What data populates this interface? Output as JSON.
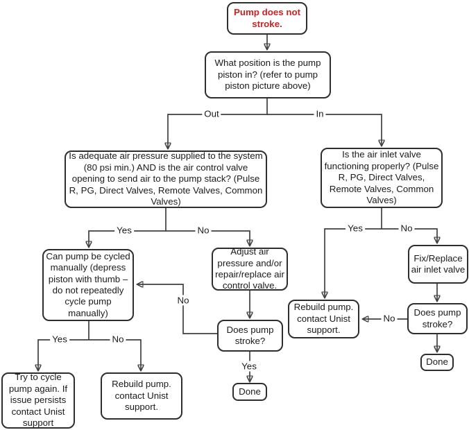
{
  "colors": {
    "start_text": "#cc2222",
    "box_border": "#2d2d2d",
    "connector_line": "#3f3f3f",
    "arrowhead": "#111111",
    "background": "#ffffff"
  },
  "nodes": {
    "start": {
      "text": "Pump does not stroke."
    },
    "piston_position": {
      "text": "What position is the pump piston in? (refer to pump piston picture above)"
    },
    "air_pressure": {
      "text": "Is adequate air pressure supplied to the system (80 psi min.) AND is the air control valve opening to send air to the pump stack? (Pulse R, PG, Direct Valves, Remote Valves, Common Valves)"
    },
    "inlet_valve": {
      "text": "Is the air inlet valve functioning properly? (Pulse R, PG, Direct Valves, Remote Valves, Common Valves)"
    },
    "cycle_manually": {
      "text": "Can pump be cycled manually (depress piston with thumb – do not repeatedly cycle pump manually)"
    },
    "adjust_air": {
      "text": "Adjust air pressure and/or repair/replace air control valve."
    },
    "stroke_left": {
      "text": "Does pump stroke?"
    },
    "done_left": {
      "text": "Done"
    },
    "try_again": {
      "text": "Try to cycle pump again. If issue persists contact Unist support"
    },
    "rebuild_left": {
      "text": "Rebuild pump. contact Unist support."
    },
    "fix_replace": {
      "text": "Fix/Replace air inlet valve"
    },
    "rebuild_right": {
      "text": "Rebuild pump. contact Unist support."
    },
    "stroke_right": {
      "text": "Does pump stroke?"
    },
    "done_right": {
      "text": "Done"
    }
  },
  "labels": {
    "out": "Out",
    "in": "In",
    "yes": "Yes",
    "no": "No"
  }
}
